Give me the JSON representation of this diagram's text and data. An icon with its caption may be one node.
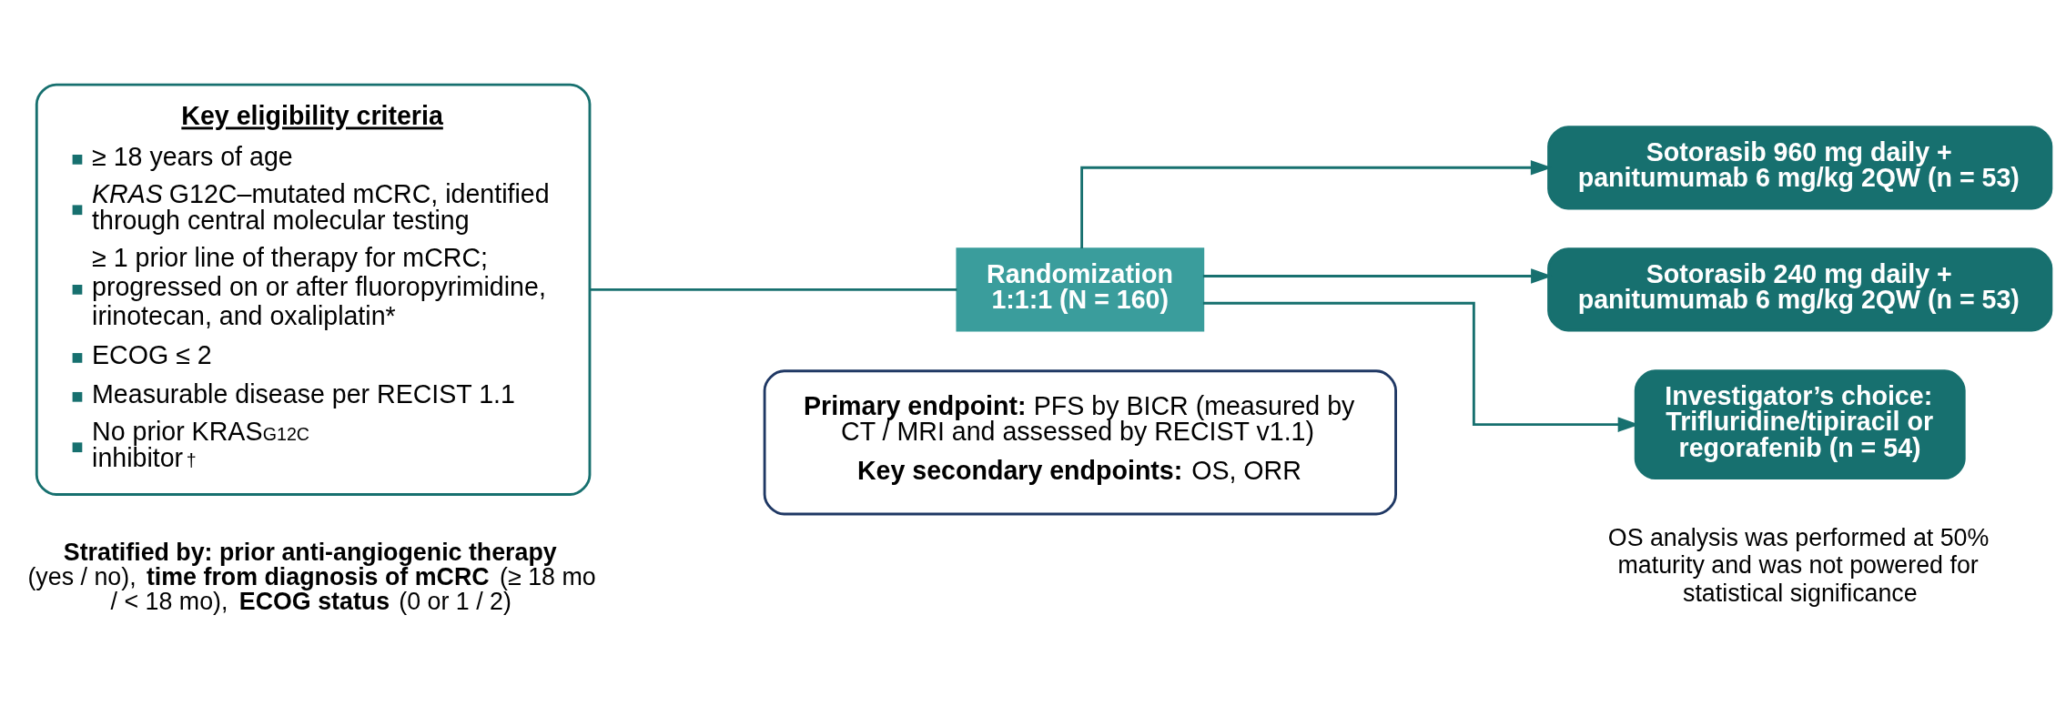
{
  "diagram": {
    "nodes": [
      {
        "text": [
          "Key eligibility criteria",
          "≥ 18 years of age",
          "*KRAS* G12C–mutated mCRC, identified through central molecular testing",
          "≥ 1 prior line of therapy for mCRC; progressed on or after fluoropyrimidine, irinotecan, and oxaliplatin*",
          "ECOG ≤ 2",
          "Measurable disease per RECIST 1.1",
          "No prior KRAS$^{G12C}$ inhibitor$^{†}$"
        ]
      },
      {
        "text": [
          "Randomization 1:1:1 (N = 160)"
        ]
      },
      {
        "text": [
          "Sotorasib 960 mg daily + panitumumab 6 mg/kg 2QW (n = 53)"
        ]
      },
      {
        "text": [
          "Sotorasib 240 mg daily + panitumumab 6 mg/kg 2QW (n = 53)"
        ]
      },
      {
        "text": [
          "Investigator’s choice: Trifluridine/tipiracil or regorafenib (n = 54)"
        ]
      },
      {
        "text": [
          "**Primary endpoint:** PFS by BICR (measured by CT / MRI and assessed by RECIST v1.1)",
          "**Key secondary endpoints:** OS, ORR"
        ]
      }
    ],
    "edges": [
      {
        "from": 0,
        "to": 1,
        "arrow": "none"
      },
      {
        "from": 1,
        "to": 2,
        "arrow": "to"
      },
      {
        "from": 1,
        "to": 3,
        "arrow": "to"
      },
      {
        "from": 1,
        "to": 4,
        "arrow": "to"
      }
    ],
    "labels": [
      "**Stratified by: prior anti-angiogenic therapy** (yes / no), **time from diagnosis of mCRC** (≥ 18 mo / < 18 mo), **ECOG status** (0 or 1 / 2)",
      "OS analysis was performed at 50% maturity and was not powered for statistical significance"
    ]
  }
}
